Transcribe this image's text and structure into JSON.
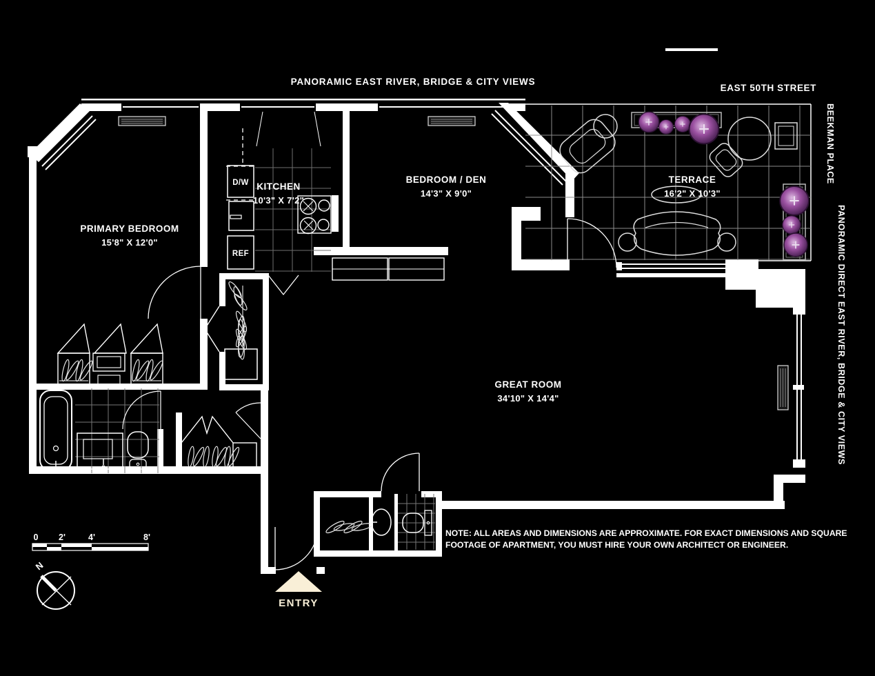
{
  "page": {
    "bg": "#000000"
  },
  "header": {
    "top_view_label": "PANORAMIC EAST RIVER, BRIDGE & CITY VIEWS",
    "street_top": "EAST 50TH STREET",
    "street_right": "BEEKMAN PLACE",
    "view_right": "PANORAMIC DIRECT EAST RIVER, BRIDGE & CITY VIEWS"
  },
  "rooms": {
    "primary_bedroom": {
      "name": "PRIMARY BEDROOM",
      "dims": "15'8\" X 12'0\""
    },
    "kitchen": {
      "name": "KITCHEN",
      "dims": "10'3\" X 7'2\""
    },
    "bedroom_den": {
      "name": "BEDROOM / DEN",
      "dims": "14'3\" X 9'0\""
    },
    "terrace": {
      "name": "TERRACE",
      "dims": "16'2\" X 10'3\""
    },
    "great_room": {
      "name": "GREAT ROOM",
      "dims": "34'10\" X 14'4\""
    }
  },
  "appliances": {
    "dishwasher": "D/W",
    "refrigerator": "REF"
  },
  "entry": {
    "label": "ENTRY"
  },
  "note": {
    "line1": "NOTE: ALL AREAS AND DIMENSIONS ARE APPROXIMATE. FOR EXACT DIMENSIONS AND SQUARE",
    "line2": "FOOTAGE OF APARTMENT, YOU MUST HIRE YOUR OWN ARCHITECT OR ENGINEER."
  },
  "scale_bar": {
    "tick0": "0",
    "tick2": "2'",
    "tick4": "4'",
    "tick8": "8'"
  },
  "compass": {
    "north": "N"
  },
  "colors": {
    "line": "#ffffff",
    "grid": "#8c8c8c",
    "plant": "#9b51a1",
    "entry_accent": "#f9efd7"
  }
}
